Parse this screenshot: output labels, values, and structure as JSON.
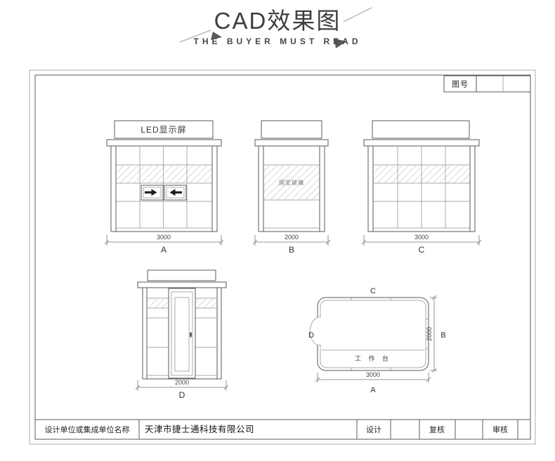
{
  "header": {
    "title": "CAD效果图",
    "subtitle": "THE BUYER MUST READ"
  },
  "sheet": {
    "drawing_no_label": "图号"
  },
  "views": {
    "a": {
      "sign": "LED显示屏",
      "dim": "3000",
      "label": "A"
    },
    "b": {
      "glass": "固定玻璃",
      "dim": "2000",
      "label": "B"
    },
    "c": {
      "dim": "3000",
      "label": "C"
    },
    "d": {
      "dim": "2000",
      "label": "D"
    }
  },
  "plan": {
    "top": "C",
    "right": "B",
    "left": "D",
    "bottom": "A",
    "bench": "工 作 台",
    "width_dim": "3000",
    "depth_dim": "2000"
  },
  "title_block": {
    "org_label": "设计单位或集成单位名称",
    "org_value": "天津市捷士通科技有限公司",
    "design": "设计",
    "recheck": "复核",
    "audit": "审核"
  }
}
